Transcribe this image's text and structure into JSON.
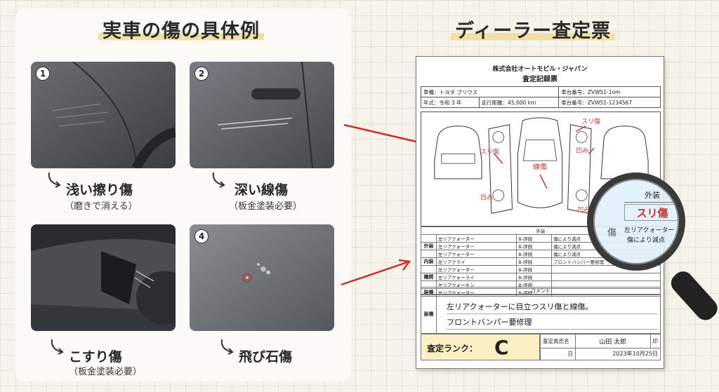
{
  "left": {
    "title": "実車の傷の具体例",
    "photos": [
      {
        "num": "1",
        "caption": "浅い擦り傷",
        "sub": "（磨きで消える）"
      },
      {
        "num": "2",
        "caption": "深い線傷",
        "sub": "（板金塗装必要）"
      },
      {
        "num": "",
        "caption": "こすり傷",
        "sub": "（板金塗装必要）"
      },
      {
        "num": "4",
        "caption": "飛び石傷",
        "sub": ""
      }
    ]
  },
  "right": {
    "title": "ディーラー査定票"
  },
  "sheet": {
    "company": "株式会社オートモビル・ジャパン",
    "title": "査定記録票",
    "info": {
      "model_label": "車種：トヨタ プリウス",
      "plate_label": "車台番号：ZVW51-1om",
      "year_label": "年式：令和 3 年",
      "mileage_label": "走行距離：45,000 km",
      "chassis_label": "車台番号：ZVW51-1234567"
    },
    "diagram_labels": {
      "scratch_top": "スリ傷",
      "scratch_left": "スリ傷",
      "dent_center": "線傷",
      "dent_right": "凹み",
      "dent_bottom_left": "凹み",
      "dent_bottom_right": "凹み"
    },
    "table": {
      "header": "外装",
      "rows": [
        {
          "cat": "",
          "part": "左リアクォーター",
          "grade": "B-評価",
          "note": "傷により減点"
        },
        {
          "cat": "外装",
          "part": "左リアクォーター",
          "grade": "B-評価",
          "note": "傷により減点"
        },
        {
          "cat": "",
          "part": "左リアクォーター",
          "grade": "B-評価",
          "note": "傷により減点"
        },
        {
          "cat": "内装",
          "part": "左リアクライ",
          "grade": "B-評価",
          "note": "フロントバンパー要修理"
        },
        {
          "cat": "",
          "part": "左リアクォーター",
          "grade": "B-評価",
          "note": ""
        },
        {
          "cat": "機関",
          "part": "左リアクォーライ",
          "grade": "B-評価",
          "note": ""
        },
        {
          "cat": "",
          "part": "左リアクォーキン",
          "grade": "B-評価",
          "note": ""
        },
        {
          "cat": "装備",
          "part": "左リアクォーター",
          "grade": "B-評価",
          "note": ""
        }
      ]
    },
    "comment": {
      "header": "コメント",
      "cat": "装備",
      "line1": "左リアクォーターに目立つスリ傷と線傷。",
      "line2": "フロントバンパー要修理"
    },
    "rank": {
      "label": "査定ランク：",
      "value": "C"
    },
    "sign": {
      "inspector_label": "査定員氏名",
      "inspector_name": "山田 太郎",
      "seal": "印",
      "date_label": "日",
      "date_value": "2023年10月25日"
    }
  },
  "magnifier": {
    "head": "外装",
    "scratch": "スリ傷",
    "kizu": "傷",
    "line1": "左リアクォーター",
    "line2": "傷により減点"
  }
}
